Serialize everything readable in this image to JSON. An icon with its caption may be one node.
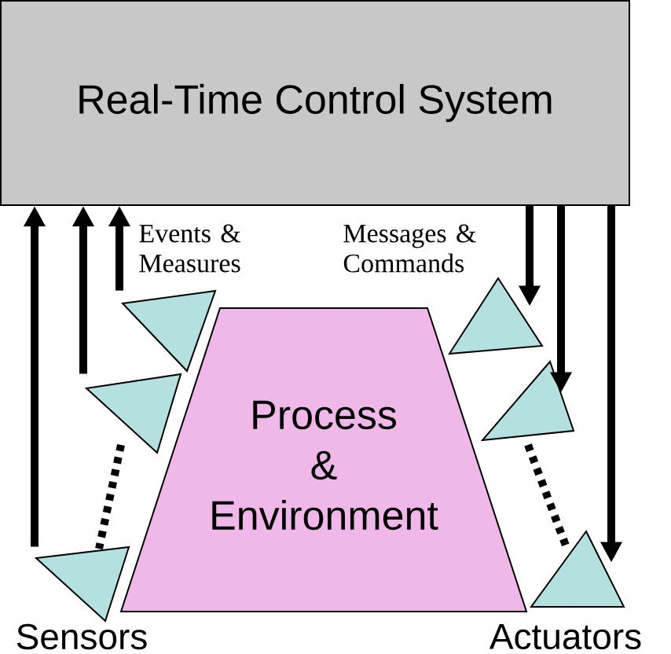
{
  "diagram": {
    "nodes": [
      {
        "text": [
          "Real-Time Control System"
        ]
      },
      {
        "text": [
          "Process & Environment"
        ]
      },
      {
        "text": [],
        "shape": "triangle"
      },
      {
        "text": [],
        "shape": "triangle"
      },
      {
        "text": [],
        "shape": "triangle"
      },
      {
        "text": [],
        "shape": "triangle"
      },
      {
        "text": [],
        "shape": "triangle"
      },
      {
        "text": [],
        "shape": "triangle"
      }
    ],
    "edges": [
      {
        "from": 4,
        "to": 0,
        "arrow": "to"
      },
      {
        "from": 3,
        "to": 0,
        "arrow": "to"
      },
      {
        "from": 2,
        "to": 0,
        "arrow": "to"
      },
      {
        "from": 0,
        "to": 5,
        "arrow": "to"
      },
      {
        "from": 0,
        "to": 6,
        "arrow": "to"
      },
      {
        "from": 0,
        "to": 7,
        "arrow": "to"
      },
      {
        "from": 3,
        "to": 4,
        "arrow": "none",
        "style": "dashed"
      },
      {
        "from": 6,
        "to": 7,
        "arrow": "none",
        "style": "dashed"
      }
    ],
    "labels": [
      "Events & Measures",
      "Messages & Commands",
      "Sensors",
      "Actuators"
    ]
  }
}
